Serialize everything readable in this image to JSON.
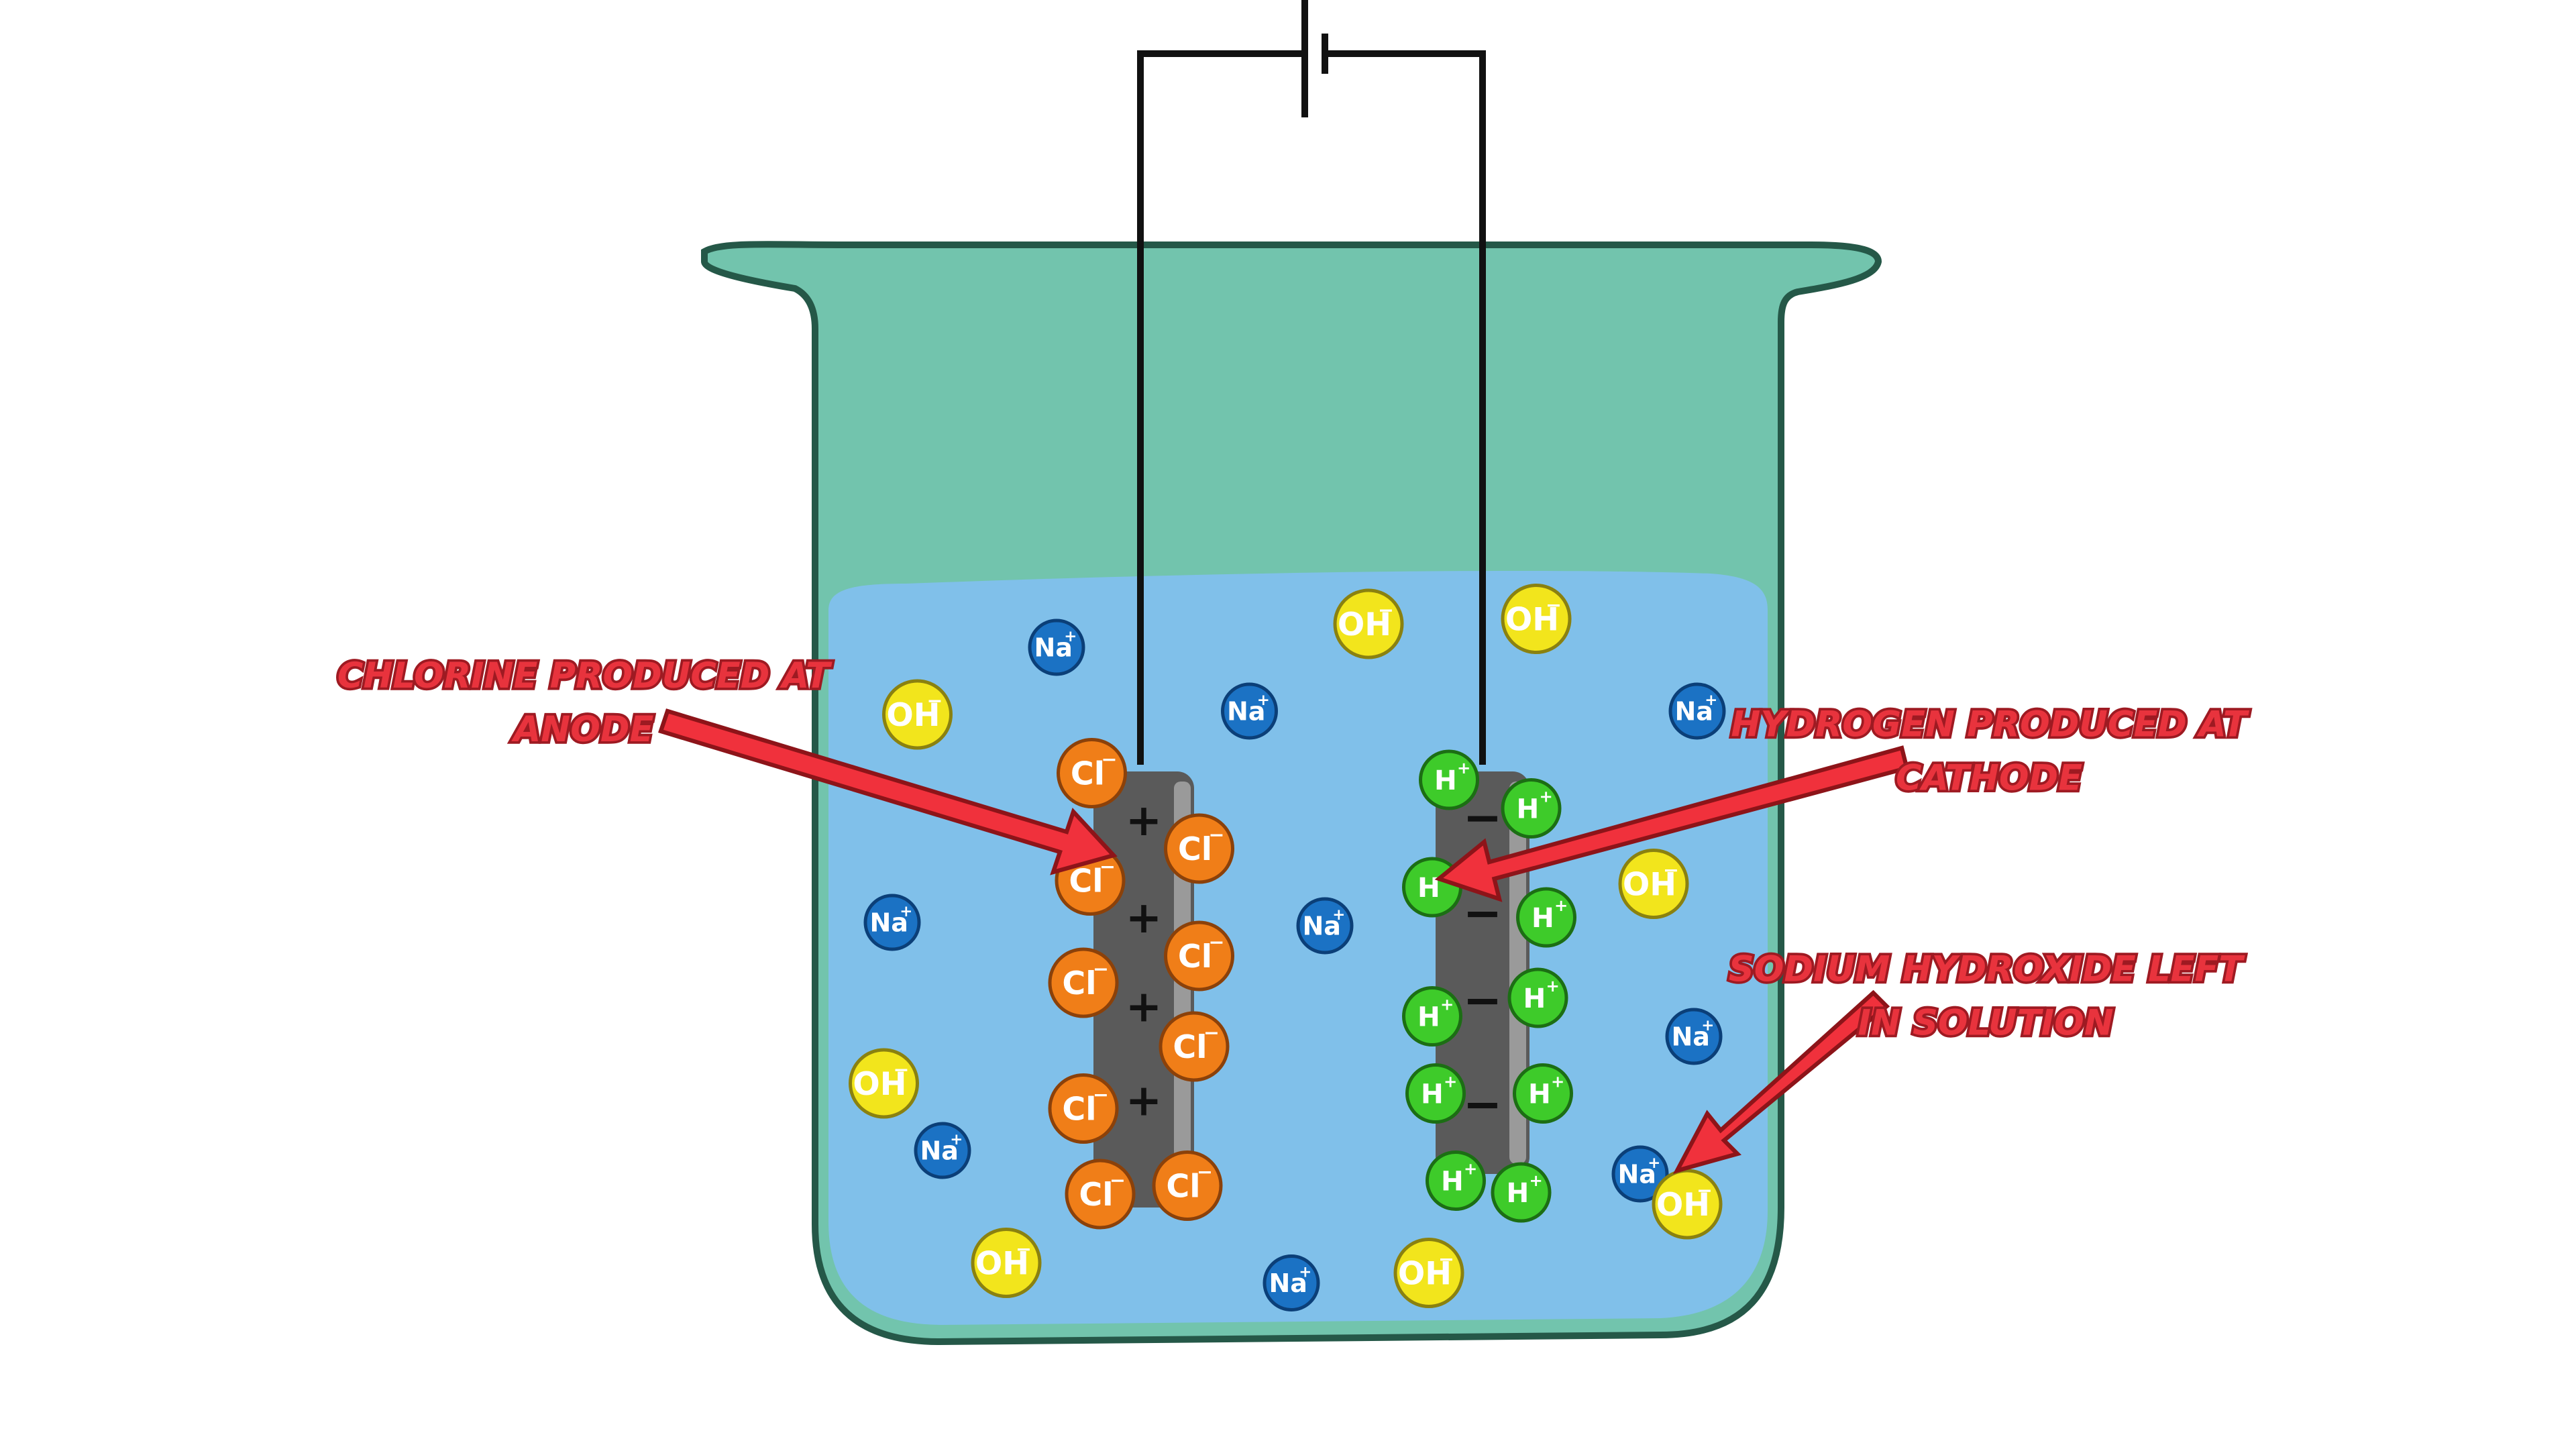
{
  "labels": {
    "anode_line1": "CHLORINE PRODUCED AT",
    "anode_line2": "ANODE",
    "cathode_line1": "HYDROGEN PRODUCED AT",
    "cathode_line2": "CATHODE",
    "solution_line1": "SODIUM HYDROXIDE LEFT",
    "solution_line2": "IN SOLUTION"
  },
  "electrode_signs": {
    "anode": "+",
    "cathode": "−"
  },
  "ion_types": {
    "Na": {
      "symbol": "Na",
      "charge": "+",
      "fill": "#1b72c4",
      "stroke": "#0b3f78",
      "text": "#ffffff"
    },
    "OH": {
      "symbol": "OH",
      "charge": "−",
      "fill": "#f2e51c",
      "stroke": "#8a8110",
      "text": "#ffffff"
    },
    "Cl": {
      "symbol": "Cl",
      "charge": "−",
      "fill": "#f07e18",
      "stroke": "#8b410a",
      "text": "#ffffff"
    },
    "H": {
      "symbol": "H",
      "charge": "+",
      "fill": "#3ecb2a",
      "stroke": "#1c6e14",
      "text": "#ffffff"
    }
  },
  "colors": {
    "beaker": "#72c4ad",
    "beaker_outline": "#255848",
    "solution": "#80c0ea",
    "electrode": "#5a5a5a",
    "electrode_highlight": "#9a9a9a",
    "wire": "#111111",
    "arrow": "#f0313c",
    "arrow_outline": "#8d1419"
  }
}
